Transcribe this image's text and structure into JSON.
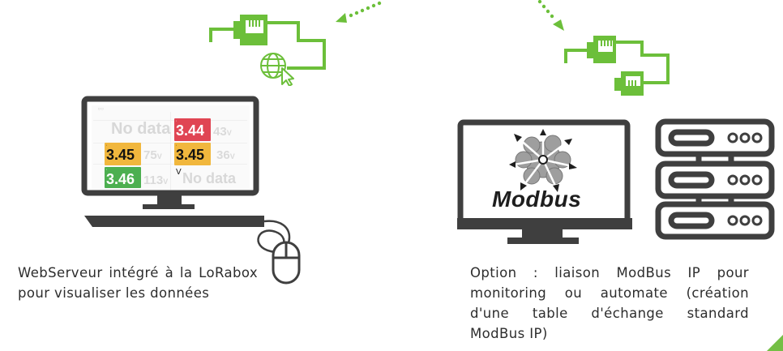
{
  "colors": {
    "network_green": "#6cbf3a",
    "device_dark": "#3f3f3f",
    "tile_red": "#e04553",
    "tile_yellow": "#f1b73d",
    "tile_green": "#4caf50",
    "corner_accent": "#74bf45"
  },
  "icons": {
    "left_network": [
      "ethernet-plug-icon",
      "globe-icon",
      "cursor-icon"
    ],
    "right_network": [
      "ethernet-plug-icon",
      "ethernet-plug-icon"
    ],
    "arrows": [
      "dotted-arrow-icon",
      "dotted-arrow-icon"
    ],
    "left_device": "desktop-computer-icon",
    "mouse": "mouse-icon",
    "right_devices": [
      "monitor-icon",
      "server-rack-icon"
    ],
    "modbus_logo": "modbus-logo"
  },
  "dashboard": {
    "nodata_top": "No data",
    "nodata_bottom": "No data",
    "tiles": [
      {
        "value": "3.44",
        "unit": "V",
        "color": "red"
      },
      {
        "value": "3.45",
        "unit": "V",
        "color": "yellow"
      },
      {
        "value": "3.45",
        "unit": "V",
        "color": "yellow"
      },
      {
        "value": "3.46",
        "unit": "V",
        "color": "green"
      }
    ],
    "ghost_values": [
      "43",
      "75",
      "36",
      "113"
    ],
    "ghost_units": [
      "V",
      "V",
      "V",
      "V"
    ]
  },
  "modbus_logo_text": "Modbus",
  "captions": {
    "left": "WebServeur intégré à la LoRabox pour visualiser les données",
    "right": "Option : liaison ModBus IP pour monitoring ou automate (création d'une table d'échange standard ModBus IP)"
  }
}
